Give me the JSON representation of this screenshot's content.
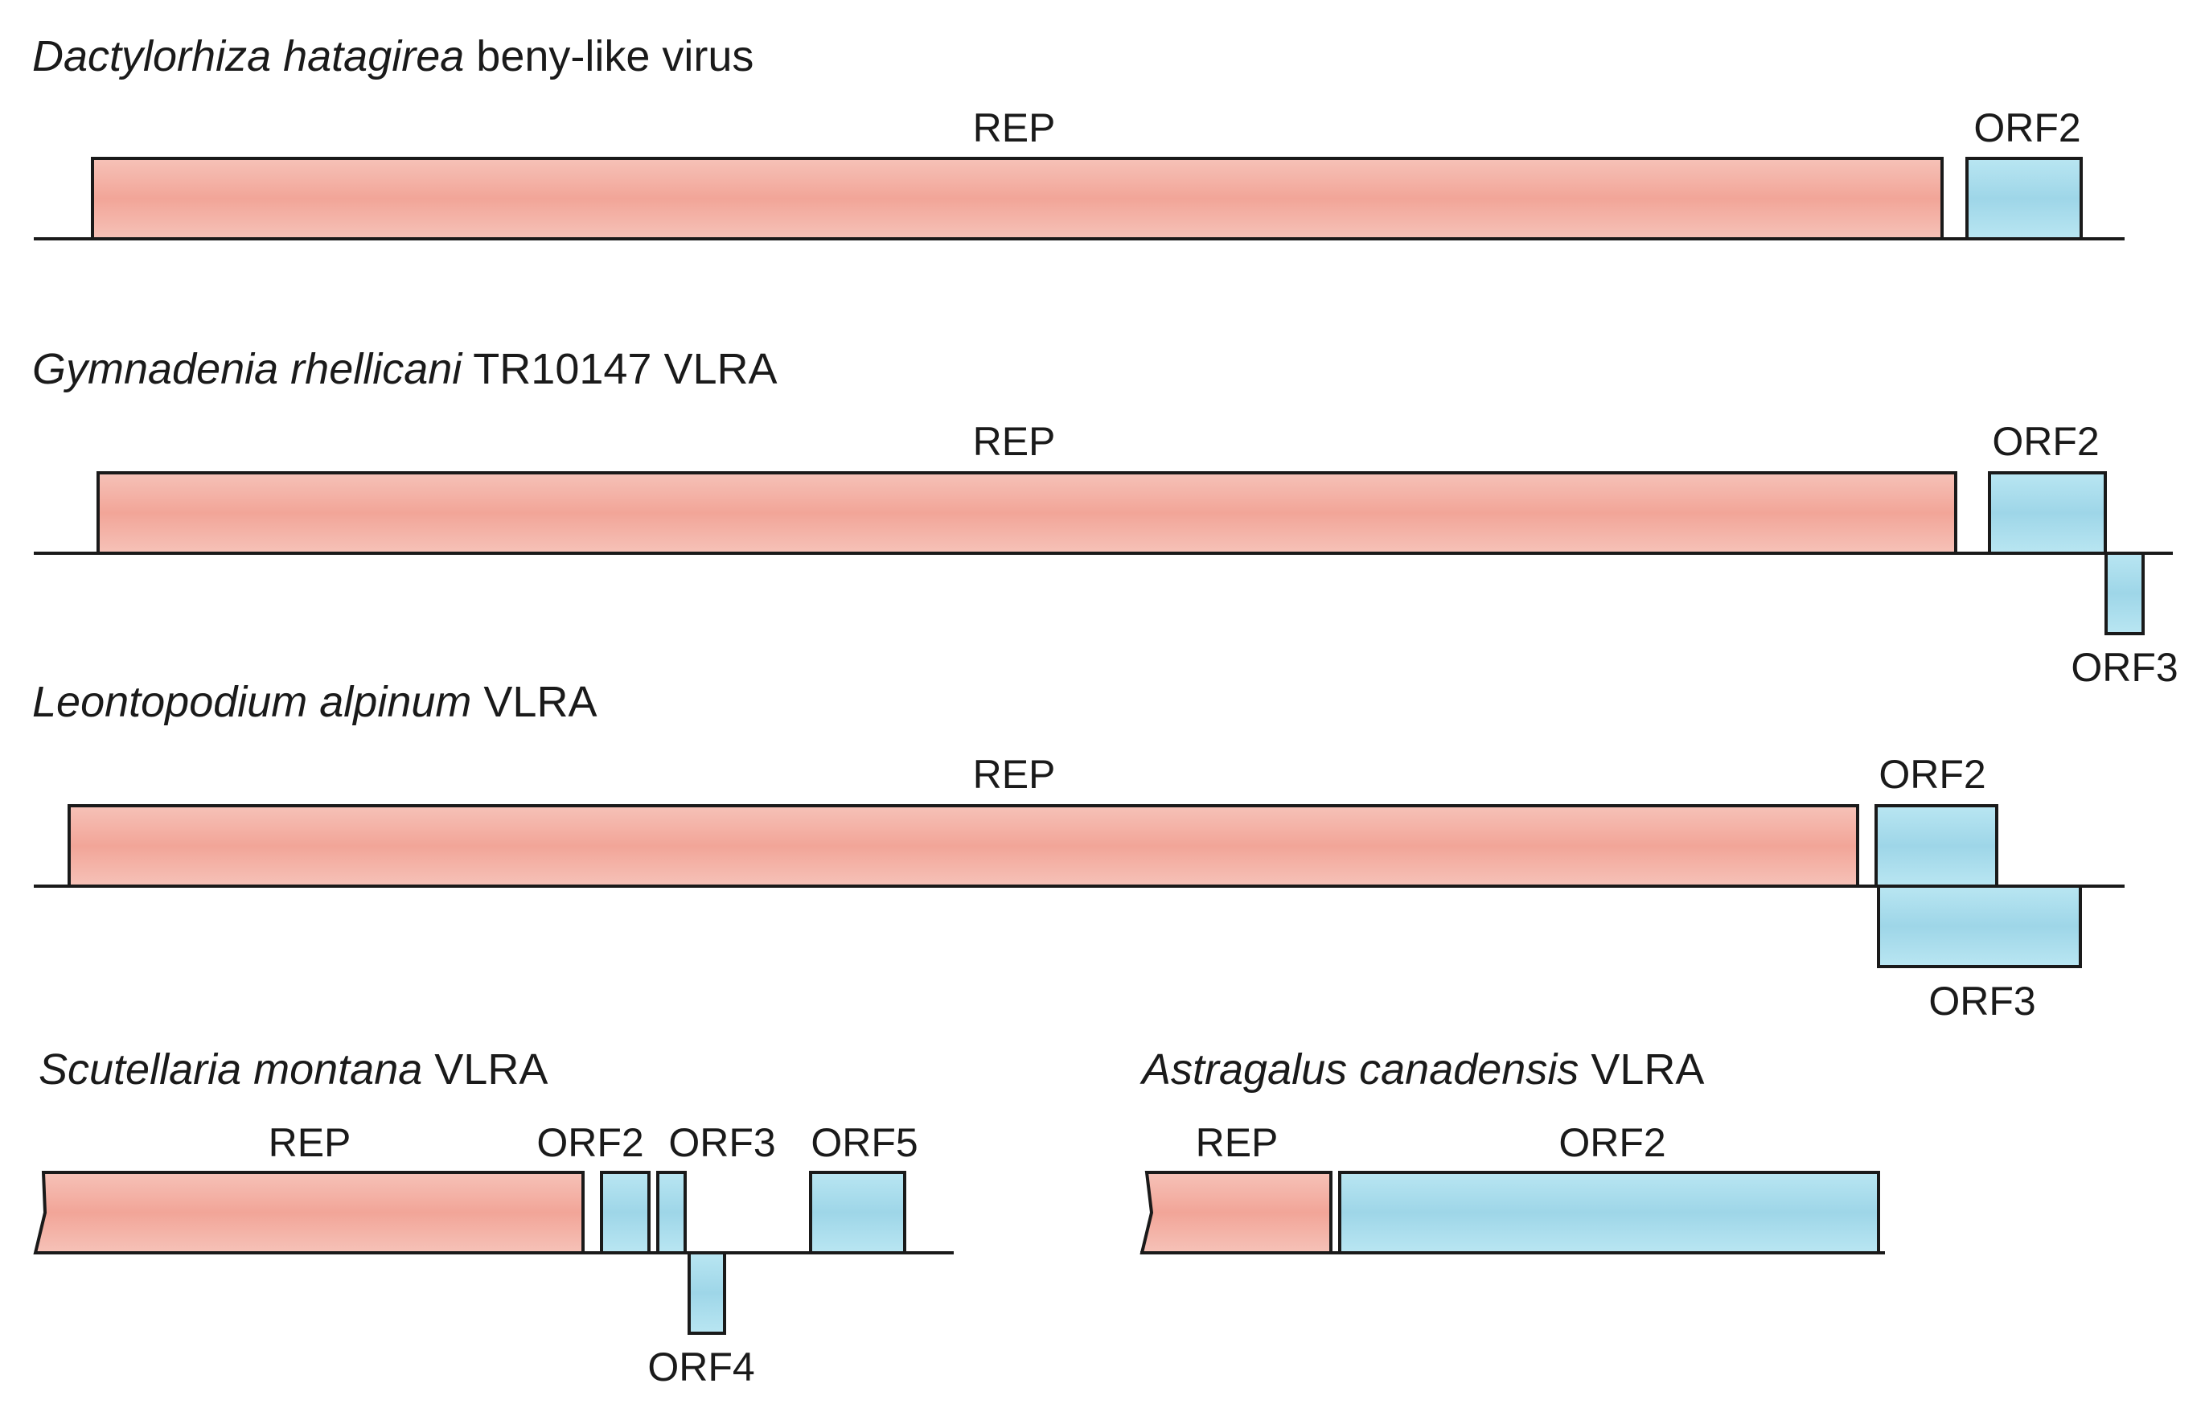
{
  "colors": {
    "rep": "#f4aea3",
    "orf": "#a8dceb",
    "stroke": "#1a1a1a"
  },
  "genomes": [
    {
      "title_species": "Dactylorhiza hatagirea",
      "title_suffix": " beny-like virus",
      "genes": [
        {
          "label": "REP",
          "kind": "rep"
        },
        {
          "label": "ORF2",
          "kind": "orf"
        }
      ]
    },
    {
      "title_species": "Gymnadenia rhellicani",
      "title_suffix": " TR10147 VLRA",
      "genes": [
        {
          "label": "REP",
          "kind": "rep"
        },
        {
          "label": "ORF2",
          "kind": "orf"
        },
        {
          "label": "ORF3",
          "kind": "orf"
        }
      ]
    },
    {
      "title_species": "Leontopodium alpinum",
      "title_suffix": " VLRA",
      "genes": [
        {
          "label": "REP",
          "kind": "rep"
        },
        {
          "label": "ORF2",
          "kind": "orf"
        },
        {
          "label": "ORF3",
          "kind": "orf"
        }
      ]
    },
    {
      "title_species": "Scutellaria montana",
      "title_suffix": " VLRA",
      "genes": [
        {
          "label": "REP",
          "kind": "rep"
        },
        {
          "label": "ORF2",
          "kind": "orf"
        },
        {
          "label": "ORF3",
          "kind": "orf"
        },
        {
          "label": "ORF4",
          "kind": "orf"
        },
        {
          "label": "ORF5",
          "kind": "orf"
        }
      ]
    },
    {
      "title_species": "Astragalus canadensis",
      "title_suffix": " VLRA",
      "genes": [
        {
          "label": "REP",
          "kind": "rep"
        },
        {
          "label": "ORF2",
          "kind": "orf"
        }
      ]
    }
  ]
}
